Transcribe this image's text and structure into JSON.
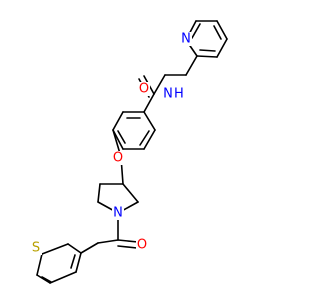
{
  "atoms": [
    {
      "id": "N_pyridine",
      "label": "N",
      "color": "#0000ff"
    },
    {
      "id": "O_carbonyl_amide",
      "label": "O",
      "color": "#ff0000"
    },
    {
      "id": "N_amide",
      "label": "N",
      "color": "#0000ff"
    },
    {
      "id": "H_amide",
      "label": "H",
      "color": "#0000ff"
    },
    {
      "id": "O_ether",
      "label": "O",
      "color": "#ff0000"
    },
    {
      "id": "N_piperidine",
      "label": "N",
      "color": "#0000ff"
    },
    {
      "id": "O_carbonyl_thiophene",
      "label": "O",
      "color": "#ff0000"
    },
    {
      "id": "S_thiophene",
      "label": "S",
      "color": "#b8a000"
    }
  ]
}
